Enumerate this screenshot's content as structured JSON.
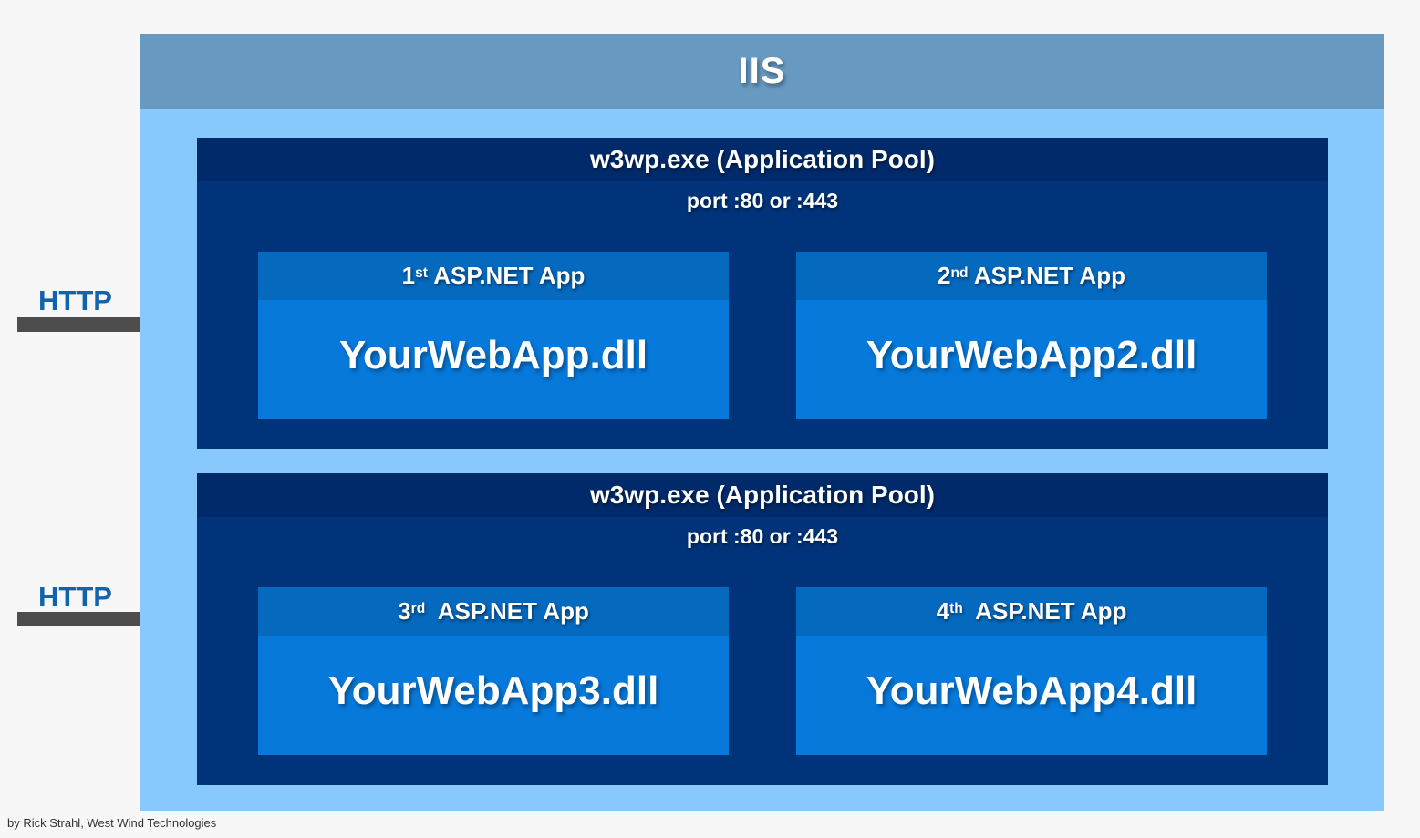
{
  "diagram": {
    "title": "IIS",
    "footer": "by Rick Strahl, West Wind Technologies"
  },
  "colors": {
    "background": "#f7f7f7",
    "container": "#87c9fc",
    "iis_header": "#6799c1",
    "pool_bar": "#002a69",
    "pool_body": "#003379",
    "app_header": "#0569be",
    "app_body": "#0779db",
    "http_label": "#1263ad",
    "arrow": "#4d4d4d"
  },
  "http_inputs": [
    {
      "label": "HTTP",
      "icon": "right-arrow"
    },
    {
      "label": "HTTP",
      "icon": "right-arrow"
    }
  ],
  "pools": [
    {
      "title": "w3wp.exe (Application Pool)",
      "port": "port :80 or :443",
      "apps": [
        {
          "ordinal": "1",
          "suffix": "st",
          "rest": " ASP.NET App",
          "dll": "YourWebApp.dll"
        },
        {
          "ordinal": "2",
          "suffix": "nd",
          "rest": " ASP.NET App",
          "dll": "YourWebApp2.dll"
        }
      ]
    },
    {
      "title": "w3wp.exe (Application Pool)",
      "port": "port :80 or :443",
      "apps": [
        {
          "ordinal": "3",
          "suffix": "rd",
          "rest": "  ASP.NET App",
          "dll": "YourWebApp3.dll"
        },
        {
          "ordinal": "4",
          "suffix": "th",
          "rest": "  ASP.NET App",
          "dll": "YourWebApp4.dll"
        }
      ]
    }
  ]
}
